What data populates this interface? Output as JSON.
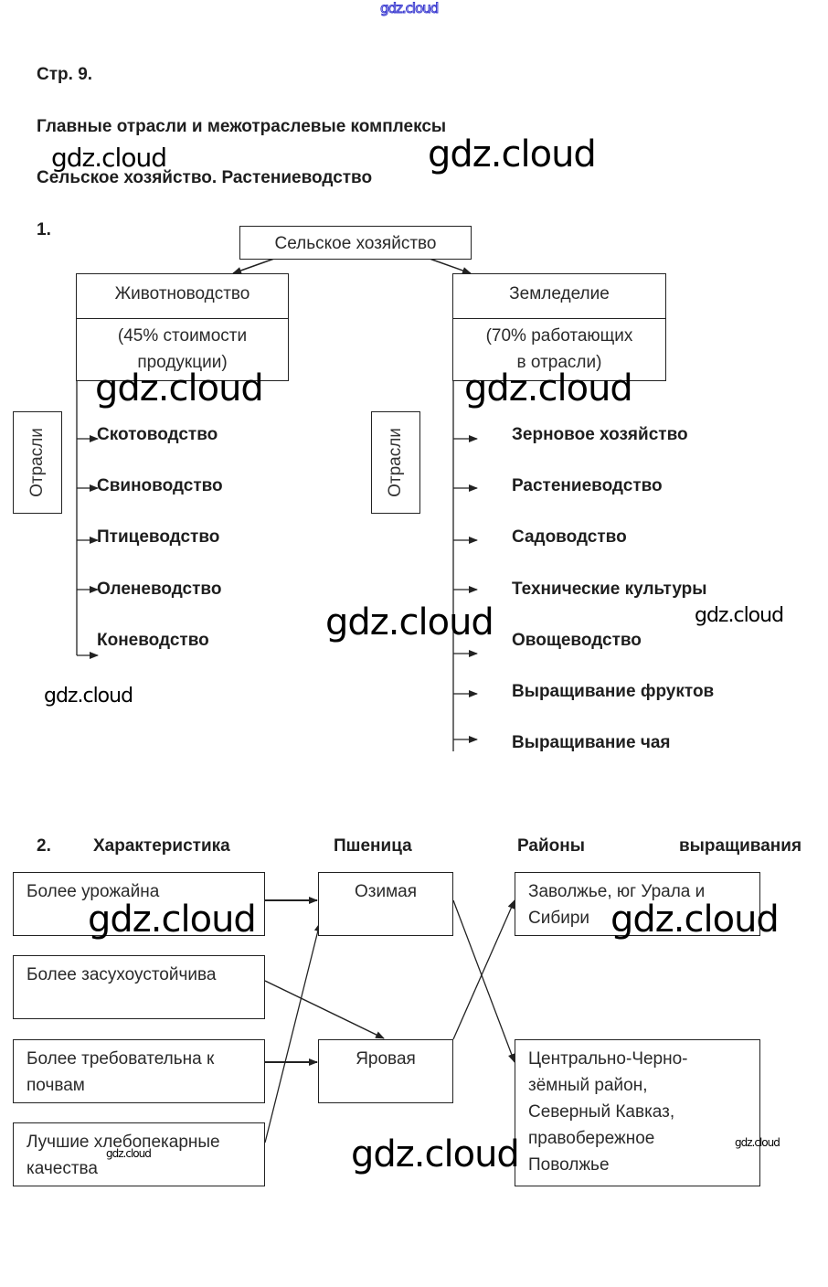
{
  "watermark": {
    "text": "gdz.cloud",
    "top_color": "#3a3ad0"
  },
  "page": {
    "page_ref": "Стр. 9.",
    "section_title": "Главные отрасли и межотраслевые комплексы",
    "subsection_title": "Сельское хозяйство. Растениеводство"
  },
  "task1": {
    "number": "1.",
    "root": "Сельское хозяйство",
    "left_branch": {
      "title": "Животноводство",
      "note": "(45% стоимости\nпродукции)",
      "side_label": "Отрасли",
      "items": [
        "Скотоводство",
        "Свиноводство",
        "Птицеводство",
        "Оленеводство",
        "Коневодство"
      ]
    },
    "right_branch": {
      "title": "Земледелие",
      "note": "(70% работающих\nв отрасли)",
      "side_label": "Отрасли",
      "items": [
        "Зерновое хозяйство",
        "Растениеводство",
        "Садоводство",
        "Технические культуры",
        "Овощеводство",
        "Выращивание фруктов",
        "Выращивание чая"
      ]
    }
  },
  "task2": {
    "number": "2.",
    "col_headers": [
      "Характеристика",
      "Пшеница",
      "Районы",
      "выращивания"
    ],
    "characteristics": [
      "Более урожайна",
      "Более засухоустойчива",
      "Более требовательна к\nпочвам",
      "Лучшие хлебопекарные\nкачества"
    ],
    "wheat_types": [
      "Озимая",
      "Яровая"
    ],
    "regions": [
      "Заволжье, юг Урала и\nСибири",
      "Центрально-Черно-\nзёмный район,\nСеверный Кавказ,\nправобережное\nПоволжье"
    ],
    "links": [
      {
        "from": "Более урожайна",
        "to": "Озимая"
      },
      {
        "from": "Более засухоустойчива",
        "to": "Яровая"
      },
      {
        "from": "Более требовательна к почвам",
        "to": "Яровая"
      },
      {
        "from": "Лучшие хлебопекарные качества",
        "to": "Озимая"
      },
      {
        "from": "Озимая",
        "to": "Центрально-Черноземный район, Северный Кавказ, правобережное Поволжье"
      },
      {
        "from": "Яровая",
        "to": "Заволжье, юг Урала и Сибири"
      }
    ]
  }
}
